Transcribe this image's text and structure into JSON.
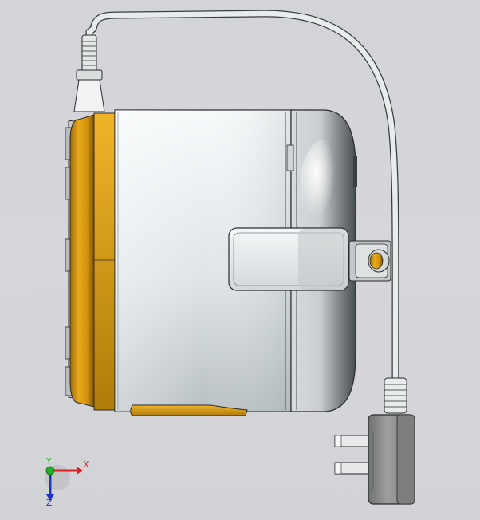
{
  "model": {
    "name": "cable-wrapped-cylindrical-appliance",
    "parts": [
      "front-cover",
      "cylindrical-body",
      "rear-dome",
      "side-handle",
      "base-foot",
      "rear-cable-socket",
      "power-cord",
      "three-pin-plug"
    ]
  },
  "triad": {
    "x_label": "X",
    "y_label": "Y",
    "z_label": "Z",
    "x_color": "#e0201c",
    "y_color": "#24b024",
    "z_color": "#1f33c8"
  },
  "colors": {
    "background": "#d4d4d8",
    "body_light": "#eef2f4",
    "body_mid": "#bfc5c9",
    "cover_gold": "#d79a12",
    "cover_gold_dark": "#8a5d05",
    "plug_grey": "#8a8d8a",
    "outline": "#2a2a2a"
  }
}
